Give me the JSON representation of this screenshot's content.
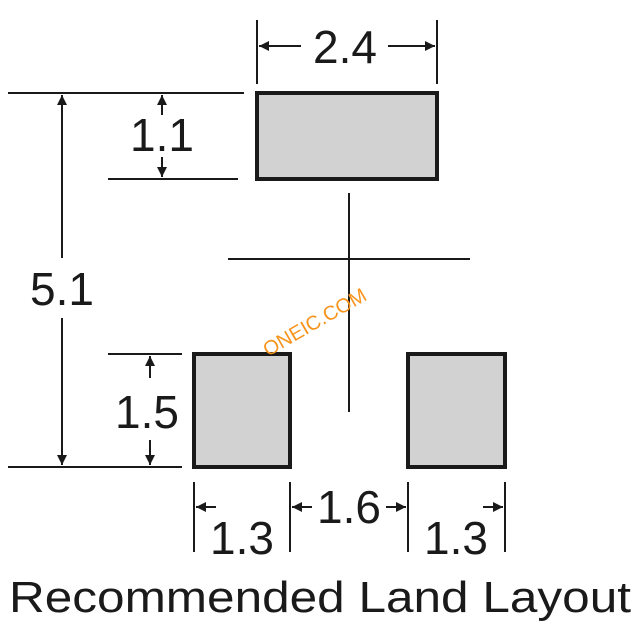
{
  "dimensions": {
    "top_pad_width": "2.4",
    "top_pad_height": "1.1",
    "overall_height": "5.1",
    "bottom_pad_height": "1.5",
    "bottom_left_pad_width": "1.3",
    "pad_gap": "1.6",
    "bottom_right_pad_width": "1.3"
  },
  "caption": "Recommended Land Layout",
  "watermark": "ONEIC.COM",
  "colors": {
    "pad_fill": "#d2d2d2",
    "line": "#1a1a1a",
    "watermark": "#f7941d"
  }
}
